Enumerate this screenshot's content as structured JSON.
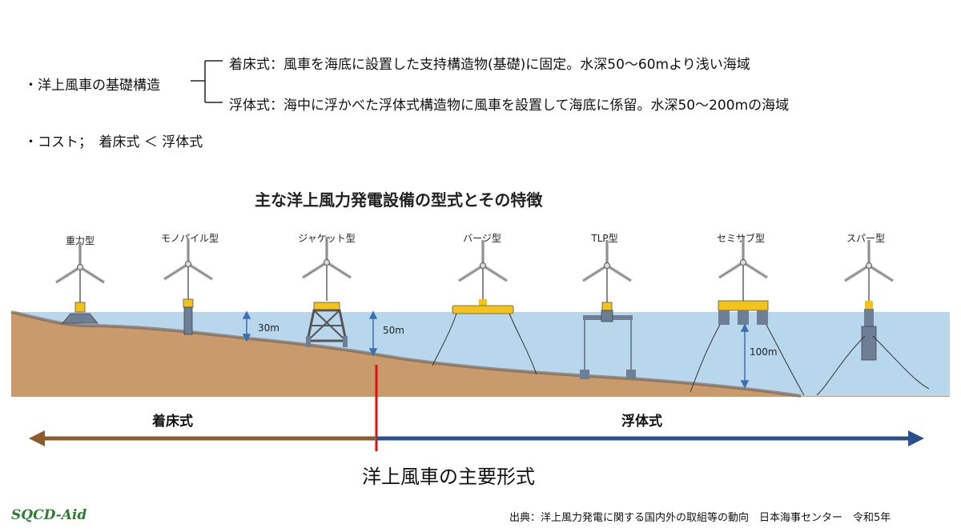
{
  "header": {
    "main_label": "・洋上風車の基礎構造",
    "fixed_def": "着床式：風車を海底に設置した支持構造物(基礎)に固定。水深50～60mより浅い海域",
    "floating_def": "浮体式：海中に浮かべた浮体式構造物に風車を設置して海底に係留。水深50～200mの海域",
    "cost": "・コスト；　着床式 ＜ 浮体式"
  },
  "diagram": {
    "title": "主な洋上風力発電設備の型式とその特徴",
    "types": [
      "重力型",
      "モノパイル型",
      "ジャケット型",
      "バージ型",
      "TLP型",
      "セミサブ型",
      "スパー型"
    ],
    "depths": {
      "d30": "30m",
      "d50": "50m",
      "d100": "100m"
    },
    "colors": {
      "sea": "#b9d7ec",
      "seabed": "#c99a6c",
      "arrow_left": "#8c5a2b",
      "arrow_right": "#2c4f8f",
      "divider": "#e01010",
      "float": "#f2c318"
    }
  },
  "categories": {
    "fixed": "着床式",
    "floating": "浮体式"
  },
  "caption": "洋上風車の主要形式",
  "footer": {
    "logo": "SQCD-Aid",
    "source": "出典：洋上風力発電に関する国内外の取組等の動向　日本海事センター　令和5年"
  }
}
